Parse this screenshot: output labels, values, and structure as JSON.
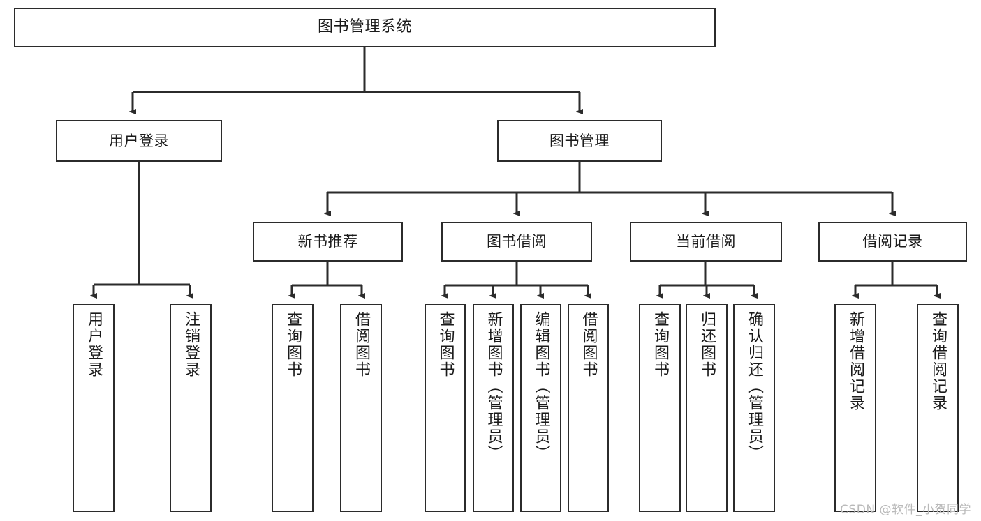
{
  "diagram": {
    "title": "图书管理系统",
    "type": "tree-hierarchy",
    "root": {
      "label": "图书管理系统"
    },
    "level2": [
      {
        "label": "用户登录"
      },
      {
        "label": "图书管理"
      }
    ],
    "level3": [
      {
        "label": "新书推荐"
      },
      {
        "label": "图书借阅"
      },
      {
        "label": "当前借阅"
      },
      {
        "label": "借阅记录"
      }
    ],
    "leaves": {
      "user_login": [
        {
          "label": "用户登录"
        },
        {
          "label": "注销登录"
        }
      ],
      "new_book_recommend": [
        {
          "label": "查询图书"
        },
        {
          "label": "借阅图书"
        }
      ],
      "book_borrow": [
        {
          "label": "查询图书"
        },
        {
          "label": "新增图书（管理员）"
        },
        {
          "label": "编辑图书（管理员）"
        },
        {
          "label": "借阅图书"
        }
      ],
      "current_borrow": [
        {
          "label": "查询图书"
        },
        {
          "label": "归还图书"
        },
        {
          "label": "确认归还（管理员）"
        }
      ],
      "borrow_record": [
        {
          "label": "新增借阅记录"
        },
        {
          "label": "查询借阅记录"
        }
      ]
    }
  },
  "watermark": {
    "text": "CSDN @软件_小贺同学"
  },
  "colors": {
    "box_border": "#2b2b2b",
    "box_fill": "#ffffff",
    "edge": "#2b2b2b",
    "text": "#1a1a1a",
    "watermark": "#b9b9b9"
  }
}
